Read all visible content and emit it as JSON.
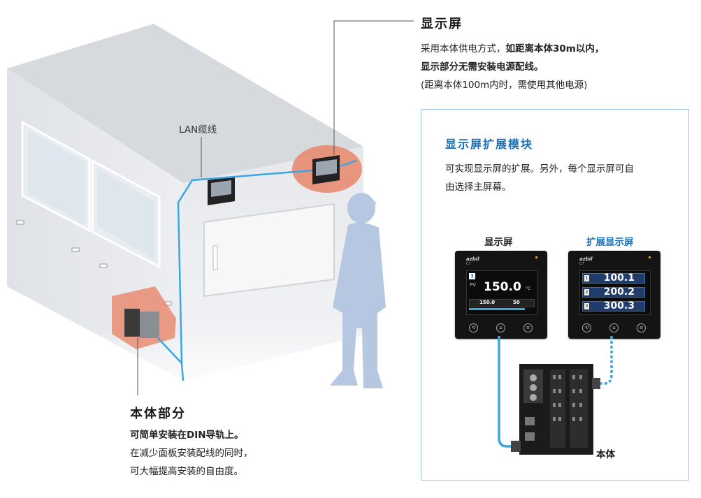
{
  "display_section": {
    "title": "显示屏",
    "line1_normal": "采用本体供电方式，",
    "line1_bold": "如距离本体30m以内，",
    "line2_bold": "显示部分无需安装电源配线。",
    "line3": "(距离本体100m内时，需使用其他电源)"
  },
  "lan_label": "LAN缆线",
  "body_section": {
    "title": "本体部分",
    "line1_bold": "可简单安装在DIN导轨上。",
    "line2": "在减少面板安装配线的同时，",
    "line3": "可大幅提高安装的自由度。"
  },
  "module_panel": {
    "title": "显示屏扩展模块",
    "desc_line1": "可实现显示屏的扩展。另外，每个显示屏可自",
    "desc_line2": "由选择主屏幕。",
    "left_label": "显示屏",
    "right_label": "扩展显示屏",
    "main_label": "本体"
  },
  "device_left": {
    "brand": "azbil",
    "model": "C7",
    "pv_label": "PV",
    "pv_value": "150.0",
    "pv_unit": "°C",
    "sp_value": "150.0",
    "out_value": "50"
  },
  "device_right": {
    "brand": "azbil",
    "model": "C7",
    "rows": [
      {
        "idx": "1",
        "value": "100.1"
      },
      {
        "idx": "2",
        "value": "200.2"
      },
      {
        "idx": "3",
        "value": "300.3"
      }
    ]
  },
  "colors": {
    "accent_blue": "#1b6fb5",
    "cable_blue": "#3aa7e0",
    "highlight_orange": "#e8866a",
    "panel_border": "#9ec3df"
  }
}
